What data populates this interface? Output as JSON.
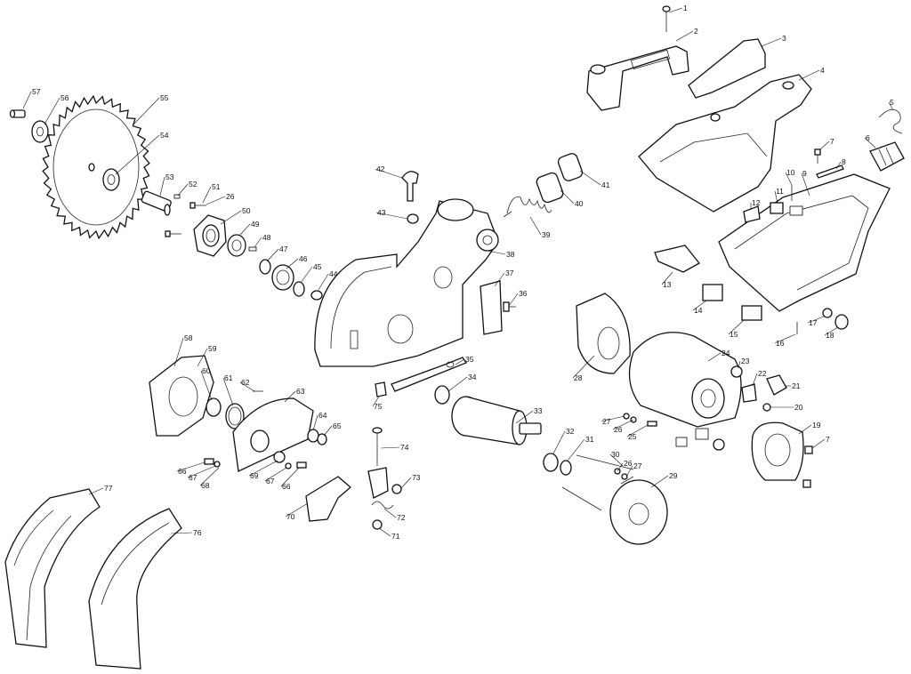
{
  "colors": {
    "ink": "#111111",
    "paper": "#ffffff"
  },
  "callouts": [
    {
      "num": "1"
    },
    {
      "num": "2"
    },
    {
      "num": "3"
    },
    {
      "num": "4"
    },
    {
      "num": "5"
    },
    {
      "num": "6"
    },
    {
      "num": "7"
    },
    {
      "num": "8"
    },
    {
      "num": "9"
    },
    {
      "num": "10"
    },
    {
      "num": "11"
    },
    {
      "num": "12"
    },
    {
      "num": "13"
    },
    {
      "num": "14"
    },
    {
      "num": "15"
    },
    {
      "num": "16"
    },
    {
      "num": "17"
    },
    {
      "num": "18"
    },
    {
      "num": "19"
    },
    {
      "num": "7"
    },
    {
      "num": "20"
    },
    {
      "num": "21"
    },
    {
      "num": "22"
    },
    {
      "num": "23"
    },
    {
      "num": "24"
    },
    {
      "num": "25"
    },
    {
      "num": "26"
    },
    {
      "num": "27"
    },
    {
      "num": "28"
    },
    {
      "num": "29"
    },
    {
      "num": "30"
    },
    {
      "num": "26"
    },
    {
      "num": "27"
    },
    {
      "num": "31"
    },
    {
      "num": "32"
    },
    {
      "num": "33"
    },
    {
      "num": "34"
    },
    {
      "num": "35"
    },
    {
      "num": "36"
    },
    {
      "num": "37"
    },
    {
      "num": "38"
    },
    {
      "num": "39"
    },
    {
      "num": "40"
    },
    {
      "num": "41"
    },
    {
      "num": "42"
    },
    {
      "num": "43"
    },
    {
      "num": "44"
    },
    {
      "num": "45"
    },
    {
      "num": "46"
    },
    {
      "num": "47"
    },
    {
      "num": "48"
    },
    {
      "num": "49"
    },
    {
      "num": "50"
    },
    {
      "num": "51"
    },
    {
      "num": "26"
    },
    {
      "num": "52"
    },
    {
      "num": "53"
    },
    {
      "num": "54"
    },
    {
      "num": "55"
    },
    {
      "num": "56"
    },
    {
      "num": "57"
    },
    {
      "num": "58"
    },
    {
      "num": "59"
    },
    {
      "num": "60"
    },
    {
      "num": "61"
    },
    {
      "num": "62"
    },
    {
      "num": "63"
    },
    {
      "num": "64"
    },
    {
      "num": "65"
    },
    {
      "num": "66"
    },
    {
      "num": "67"
    },
    {
      "num": "68"
    },
    {
      "num": "69"
    },
    {
      "num": "67"
    },
    {
      "num": "66"
    },
    {
      "num": "70"
    },
    {
      "num": "71"
    },
    {
      "num": "72"
    },
    {
      "num": "73"
    },
    {
      "num": "74"
    },
    {
      "num": "75"
    },
    {
      "num": "76"
    },
    {
      "num": "77"
    }
  ]
}
